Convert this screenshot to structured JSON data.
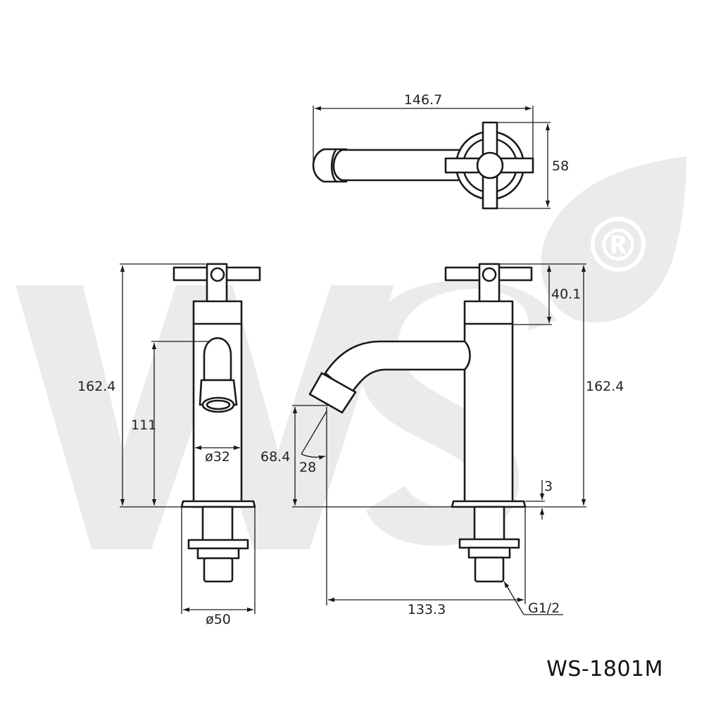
{
  "model": "WS-1801M",
  "dimensions": {
    "top_width": "146.7",
    "top_depth": "58",
    "front_height": "162.4",
    "front_spout_height": "111",
    "front_body_dia": "ø32",
    "front_base_dia": "ø50",
    "side_handle_height": "40.1",
    "side_height": "162.4",
    "side_outlet_height": "68.4",
    "side_angle": "28",
    "side_base_thickness": "3",
    "side_reach": "133.3",
    "side_thread": "G1/2"
  },
  "watermark": {
    "mark": "®",
    "color": "#ebebeb"
  },
  "colors": {
    "line": "#1a1a1a",
    "text": "#222222"
  }
}
